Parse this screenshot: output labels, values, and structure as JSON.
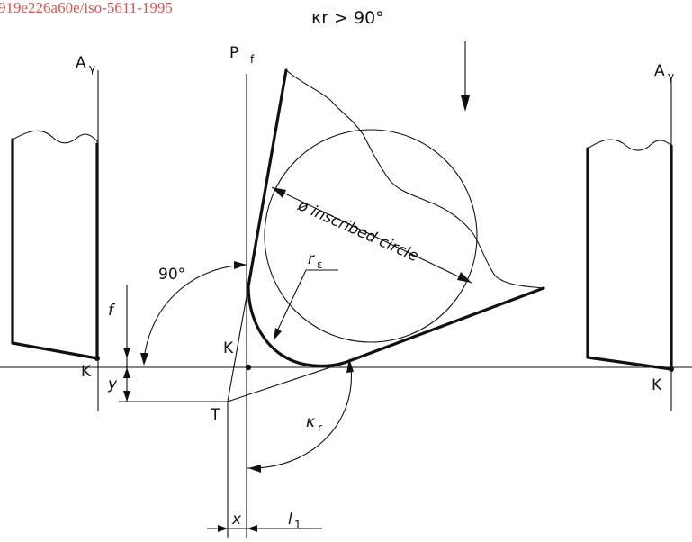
{
  "watermark": "919e226a60e/iso-5611-1995",
  "condition": "κr > 90°",
  "labels": {
    "pf": "P",
    "pf_sub": "f",
    "a_gamma_left": "A",
    "a_gamma_left_sub": "γ",
    "a_gamma_right": "A",
    "a_gamma_right_sub": "γ",
    "inscribed_circle": "ø inscribed circle",
    "r_epsilon": "r",
    "r_epsilon_sub": "ε",
    "angle_90": "90°",
    "f": "f",
    "y": "y",
    "k_left": "K",
    "k_center": "K",
    "k_right": "K",
    "t": "T",
    "kappa_r": "κ",
    "kappa_r_sub": "r",
    "x": "x",
    "l1": "l",
    "l1_sub": "1"
  },
  "colors": {
    "line": "#111111",
    "watermark": "#d9534f",
    "background": "#ffffff"
  }
}
